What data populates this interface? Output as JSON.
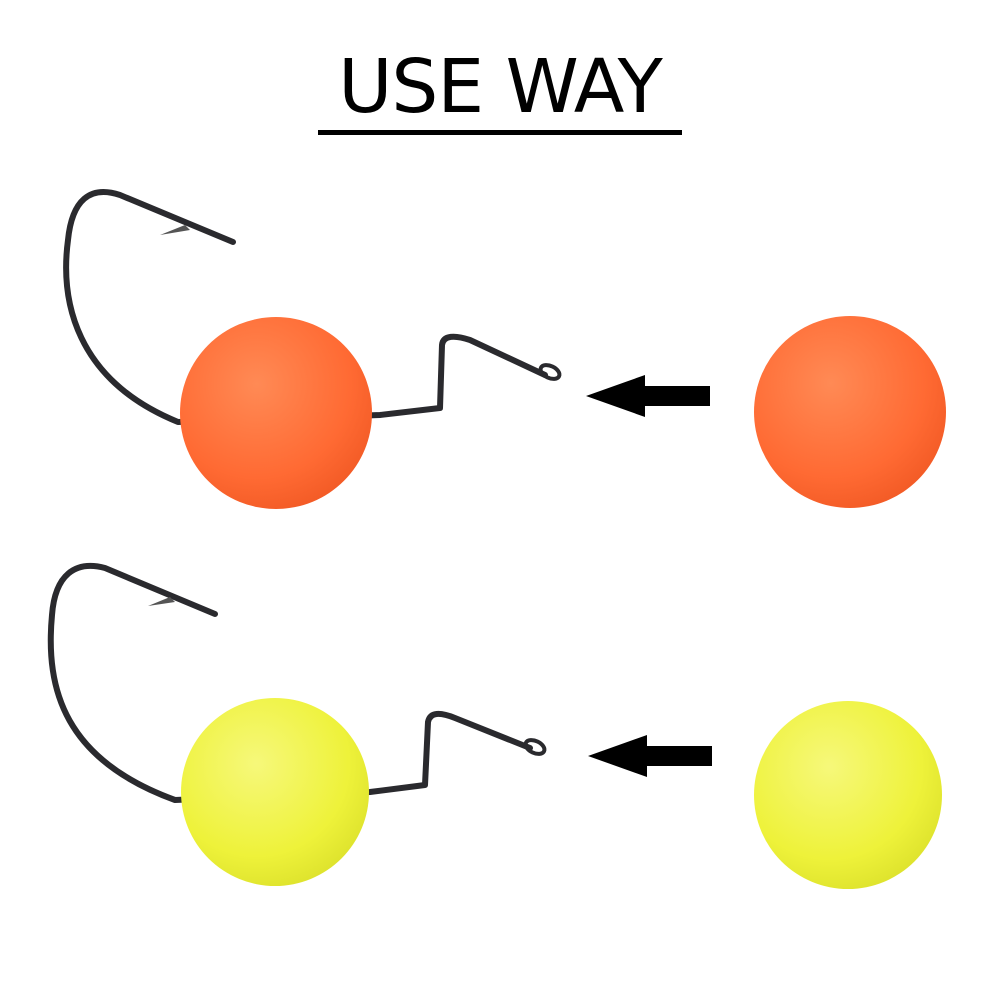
{
  "title": "USE WAY",
  "colors": {
    "background": "#ffffff",
    "text": "#000000",
    "orange_ball": "#ff6a33",
    "yellow_ball": "#eef23a",
    "hook": "#2a2a2e",
    "arrow": "#000000"
  },
  "rows": [
    {
      "label": "orange",
      "assembled": "orange ball on offset hook",
      "arrow": "left-arrow",
      "part": "orange ball"
    },
    {
      "label": "yellow",
      "assembled": "yellow ball on offset hook",
      "arrow": "left-arrow",
      "part": "yellow ball"
    }
  ]
}
